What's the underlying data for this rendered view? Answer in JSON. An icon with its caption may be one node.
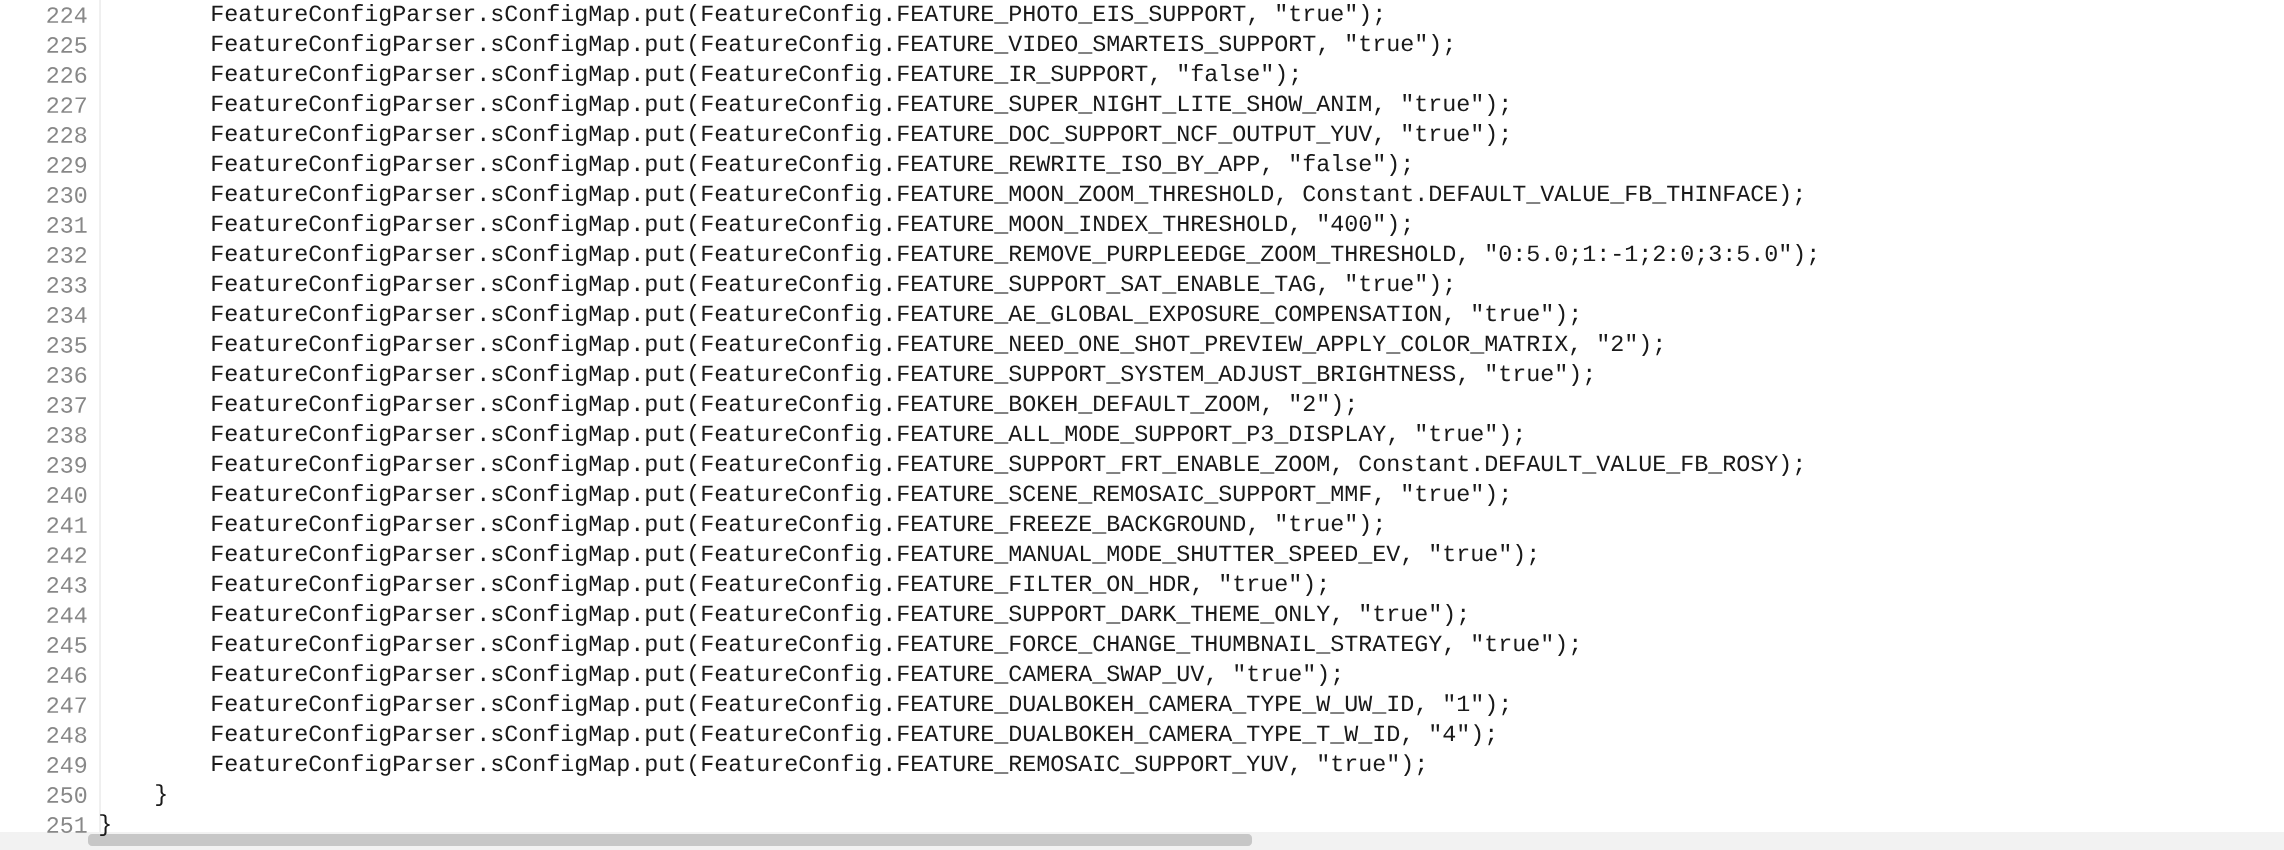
{
  "diagram": {
    "labels": [
      "224",
      "FeatureConfigParser.sConfigMap.put(FeatureConfig.FEATURE_PHOTO_EIS_SUPPORT, \"true\");",
      "225",
      "FeatureConfigParser.sConfigMap.put(FeatureConfig.FEATURE_VIDEO_SMARTEIS_SUPPORT, \"true\");",
      "226",
      "FeatureConfigParser.sConfigMap.put(FeatureConfig.FEATURE_IR_SUPPORT, \"false\");",
      "227",
      "FeatureConfigParser.sConfigMap.put(FeatureConfig.FEATURE_SUPER_NIGHT_LITE_SHOW_ANIM, \"true\");",
      "228",
      "FeatureConfigParser.sConfigMap.put(FeatureConfig.FEATURE_DOC_SUPPORT_NCF_OUTPUT_YUV, \"true\");",
      "229",
      "FeatureConfigParser.sConfigMap.put(FeatureConfig.FEATURE_REWRITE_ISO_BY_APP, \"false\");",
      "230",
      "FeatureConfigParser.sConfigMap.put(FeatureConfig.FEATURE_MOON_ZOOM_THRESHOLD, Constant.DEFAULT_VALUE_FB_THINFACE);",
      "231",
      "FeatureConfigParser.sConfigMap.put(FeatureConfig.FEATURE_MOON_INDEX_THRESHOLD, \"400\");",
      "232",
      "FeatureConfigParser.sConfigMap.put(FeatureConfig.FEATURE_REMOVE_PURPLEEDGE_ZOOM_THRESHOLD, \"0:5.0;1:-1;2:0;3:5.0\");",
      "233",
      "FeatureConfigParser.sConfigMap.put(FeatureConfig.FEATURE_SUPPORT_SAT_ENABLE_TAG, \"true\");",
      "234",
      "FeatureConfigParser.sConfigMap.put(FeatureConfig.FEATURE_AE_GLOBAL_EXPOSURE_COMPENSATION, \"true\");",
      "235",
      "FeatureConfigParser.sConfigMap.put(FeatureConfig.FEATURE_NEED_ONE_SHOT_PREVIEW_APPLY_COLOR_MATRIX, \"2\");",
      "236",
      "FeatureConfigParser.sConfigMap.put(FeatureConfig.FEATURE_SUPPORT_SYSTEM_ADJUST_BRIGHTNESS, \"true\");",
      "237",
      "FeatureConfigParser.sConfigMap.put(FeatureConfig.FEATURE_BOKEH_DEFAULT_ZOOM, \"2\");",
      "238",
      "FeatureConfigParser.sConfigMap.put(FeatureConfig.FEATURE_ALL_MODE_SUPPORT_P3_DISPLAY, \"true\");",
      "239",
      "FeatureConfigParser.sConfigMap.put(FeatureConfig.FEATURE_SUPPORT_FRT_ENABLE_ZOOM, Constant.DEFAULT_VALUE_FB_ROSY);",
      "240",
      "FeatureConfigParser.sConfigMap.put(FeatureConfig.FEATURE_SCENE_REMOSAIC_SUPPORT_MMF, \"true\");",
      "241",
      "FeatureConfigParser.sConfigMap.put(FeatureConfig.FEATURE_FREEZE_BACKGROUND, \"true\");",
      "242",
      "FeatureConfigParser.sConfigMap.put(FeatureConfig.FEATURE_MANUAL_MODE_SHUTTER_SPEED_EV, \"true\");",
      "243",
      "FeatureConfigParser.sConfigMap.put(FeatureConfig.FEATURE_FILTER_ON_HDR, \"true\");",
      "244",
      "FeatureConfigParser.sConfigMap.put(FeatureConfig.FEATURE_SUPPORT_DARK_THEME_ONLY, \"true\");",
      "245",
      "FeatureConfigParser.sConfigMap.put(FeatureConfig.FEATURE_FORCE_CHANGE_THUMBNAIL_STRATEGY, \"true\");",
      "246",
      "FeatureConfigParser.sConfigMap.put(FeatureConfig.FEATURE_CAMERA_SWAP_UV, \"true\");",
      "247",
      "FeatureConfigParser.sConfigMap.put(FeatureConfig.FEATURE_DUALBOKEH_CAMERA_TYPE_W_UW_ID, \"1\");",
      "248",
      "FeatureConfigParser.sConfigMap.put(FeatureConfig.FEATURE_DUALBOKEH_CAMERA_TYPE_T_W_ID, \"4\");",
      "249",
      "FeatureConfigParser.sConfigMap.put(FeatureConfig.FEATURE_REMOSAIC_SUPPORT_YUV, \"true\");",
      "250",
      "}",
      "251",
      "}"
    ]
  }
}
